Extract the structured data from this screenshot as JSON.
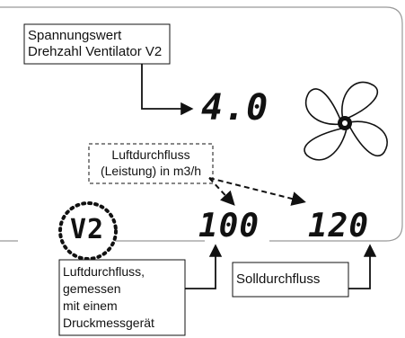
{
  "labels": {
    "voltage_line1": "Spannungswert",
    "voltage_line2": "Drehzahl Ventilator V2",
    "airflow_line1": "Luftdurchfluss",
    "airflow_line2": "(Leistung) in m3/h",
    "measured_line1": "Luftdurchfluss,",
    "measured_line2": "gemessen",
    "measured_line3": "mit einem",
    "measured_line4": "Druckmessgerät",
    "setpoint": "Solldurchfluss"
  },
  "display": {
    "voltage_value": "4.0",
    "fan_indicator": "V2",
    "measured_value": "100",
    "setpoint_value": "120"
  },
  "icons": {
    "fan": "fan-icon"
  }
}
